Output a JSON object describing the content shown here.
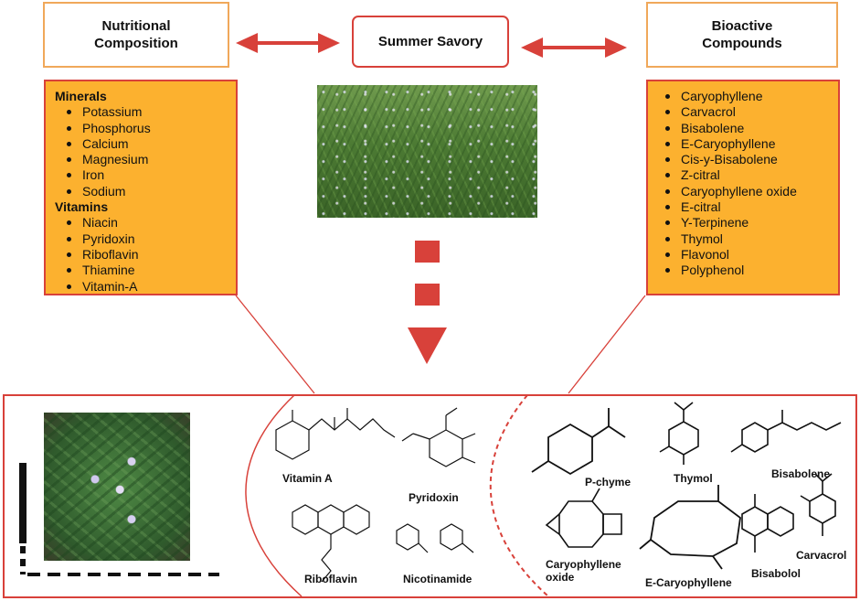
{
  "header": {
    "nutritional_title": "Nutritional Composition",
    "center_title": "Summer Savory",
    "bioactive_title": "Bioactive Compounds"
  },
  "nutrition_panel": {
    "minerals_heading": "Minerals",
    "minerals": [
      "Potassium",
      "Phosphorus",
      "Calcium",
      "Magnesium",
      "Iron",
      "Sodium"
    ],
    "vitamins_heading": "Vitamins",
    "vitamins": [
      "Niacin",
      "Pyridoxin",
      "Riboflavin",
      "Thiamine",
      "Vitamin-A"
    ]
  },
  "bioactive_panel": {
    "compounds": [
      "Caryophyllene",
      "Carvacrol",
      "Bisabolene",
      "E-Caryophyllene",
      "Cis-y-Bisabolene",
      "Z-citral",
      "Caryophyllene oxide",
      "E-citral",
      "Y-Terpinene",
      "Thymol",
      "Flavonol",
      "Polyphenol"
    ]
  },
  "structures": {
    "vitamin_a": "Vitamin A",
    "pyridoxin": "Pyridoxin",
    "riboflavin": "Riboflavin",
    "nicotinamide": "Nicotinamide",
    "p_chyme": "P-chyme",
    "thymol": "Thymol",
    "bisabolene": "Bisabolene",
    "caryophyllene_oxide": "Caryophyllene oxide",
    "e_caryophyllene": "E-Caryophyllene",
    "bisabolol": "Bisabolol",
    "carvacrol": "Carvacrol"
  },
  "colors": {
    "accent_red": "#d8413a",
    "panel_orange": "#fcb12f",
    "title_border": "#f0a85a"
  }
}
